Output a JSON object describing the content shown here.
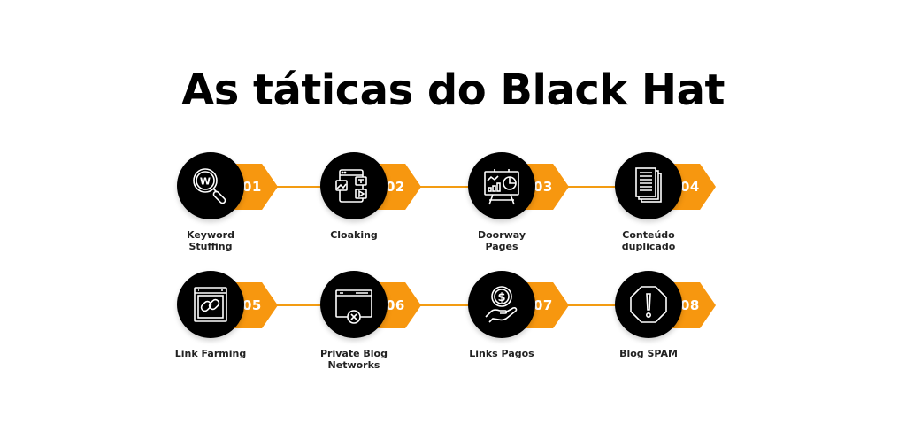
{
  "title": "As táticas do Black Hat",
  "colors": {
    "accent": "#f7970f",
    "circle": "#000000",
    "text": "#222222",
    "background": "#ffffff"
  },
  "steps": [
    {
      "number": "01",
      "label_lines": [
        "Keyword",
        "Stuffing"
      ],
      "icon": "magnifier-w-icon"
    },
    {
      "number": "02",
      "label_lines": [
        "Cloaking",
        ""
      ],
      "icon": "browser-media-icon"
    },
    {
      "number": "03",
      "label_lines": [
        "Doorway Pages",
        ""
      ],
      "icon": "presentation-board-icon"
    },
    {
      "number": "04",
      "label_lines": [
        "Conteúdo",
        "duplicado"
      ],
      "icon": "documents-stack-icon"
    },
    {
      "number": "05",
      "label_lines": [
        "Link Farming",
        ""
      ],
      "icon": "browser-link-icon"
    },
    {
      "number": "06",
      "label_lines": [
        "Private Blog",
        "Networks"
      ],
      "icon": "browser-blocked-icon"
    },
    {
      "number": "07",
      "label_lines": [
        "Links Pagos",
        ""
      ],
      "icon": "hand-coin-icon"
    },
    {
      "number": "08",
      "label_lines": [
        "Blog SPAM",
        ""
      ],
      "icon": "warning-octagon-icon"
    }
  ]
}
